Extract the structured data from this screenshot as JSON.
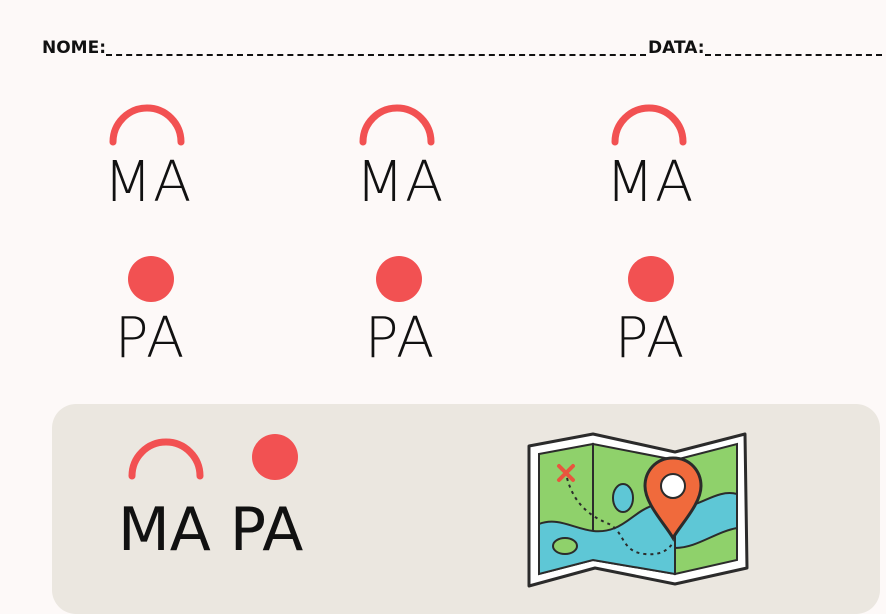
{
  "header": {
    "name_label": "NOME:",
    "date_label": "DATA:"
  },
  "row_ma": [
    "MA",
    "MA",
    "MA"
  ],
  "row_pa": [
    "PA",
    "PA",
    "PA"
  ],
  "panel": {
    "ma": "MA",
    "pa": "PA"
  },
  "icons": {
    "arc": "arc-shape-icon",
    "dot": "dot-shape-icon",
    "map": "treasure-map-icon"
  },
  "colors": {
    "accent": "#f25152",
    "panel": "#ebe7e0",
    "background": "#fdf9f8"
  }
}
